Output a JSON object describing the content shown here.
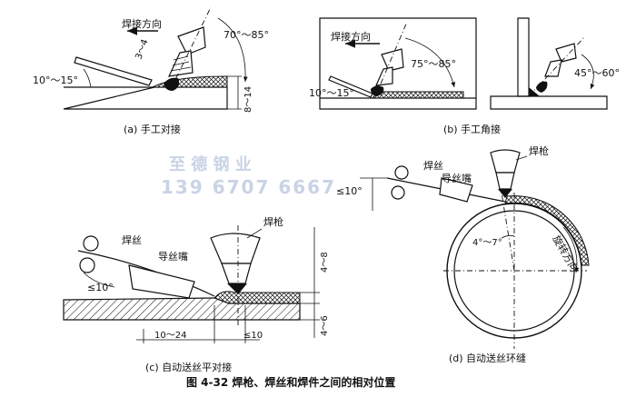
{
  "figure_title": "图 4-32   焊枪、焊丝和焊件之间的相对位置",
  "watermark": {
    "line1": "至 德 钢 业",
    "line2": "139 6707 6667"
  },
  "panels": {
    "a": {
      "caption": "(a) 手工对接",
      "direction": "焊接方向",
      "angle_rod": "10°～15°",
      "angle_torch": "70°～85°",
      "dim_small": "3～4",
      "dim_height": "8～14"
    },
    "b": {
      "caption": "(b) 手工角接",
      "direction": "焊接方向",
      "angle_rod": "10°～15°",
      "angle_torch1": "75°～85°",
      "angle_torch2": "45°～60°"
    },
    "c": {
      "caption": "(c) 自动送丝平对接",
      "wire": "焊丝",
      "guide": "导丝嘴",
      "torch": "焊枪",
      "angle": "≤10°",
      "dim_h1": "4～8",
      "dim_h2": "4～6",
      "dim_w1": "10～24",
      "dim_w2": "≤10"
    },
    "d": {
      "caption": "(d) 自动送丝环缝",
      "wire": "焊丝",
      "guide": "导丝嘴",
      "torch": "焊枪",
      "angle": "≤10°",
      "offset_angle": "4°～7°",
      "rotation": "旋转方向"
    }
  }
}
